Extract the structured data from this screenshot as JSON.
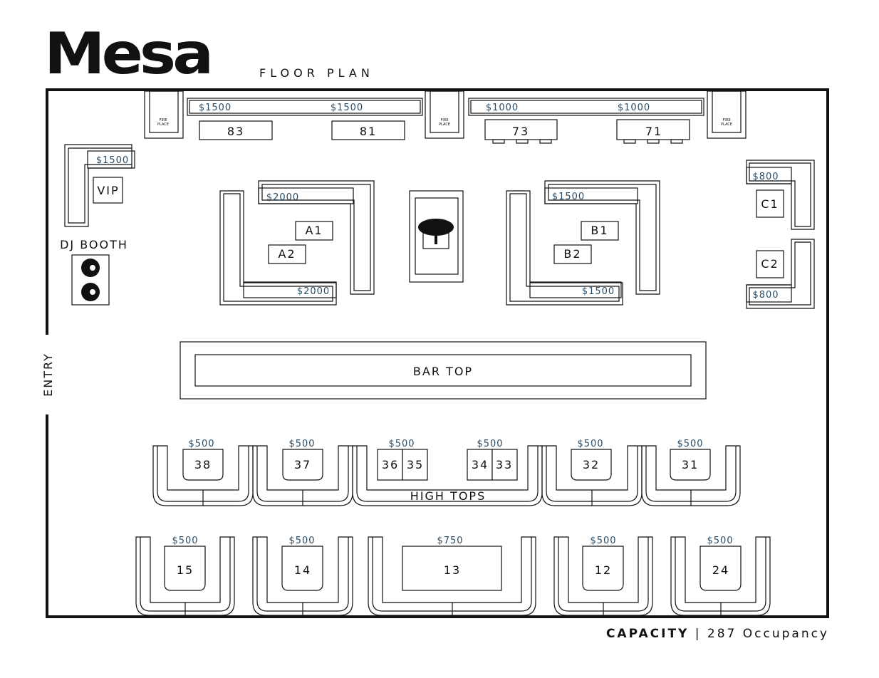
{
  "title": "Mesa",
  "subtitle": "FLOOR PLAN",
  "entry": "ENTRY",
  "dj_booth": "DJ BOOTH",
  "vip": {
    "label": "VIP",
    "price": "$1500"
  },
  "fireplace": [
    "FIRE",
    "PLACE"
  ],
  "top_tables": [
    {
      "id": "83",
      "price": "$1500"
    },
    {
      "id": "81",
      "price": "$1500"
    },
    {
      "id": "73",
      "price": "$1000"
    },
    {
      "id": "71",
      "price": "$1000"
    }
  ],
  "booth_a": {
    "price_top": "$2000",
    "price_bottom": "$2000",
    "tables": [
      "A1",
      "A2"
    ]
  },
  "booth_b": {
    "price_top": "$1500",
    "price_bottom": "$1500",
    "tables": [
      "B1",
      "B2"
    ]
  },
  "booth_c": [
    {
      "id": "C1",
      "price": "$800"
    },
    {
      "id": "C2",
      "price": "$800"
    }
  ],
  "bar_top": "BAR TOP",
  "high_tops_label": "HIGH TOPS",
  "high_tops": [
    {
      "ids": [
        "38"
      ],
      "price": "$500"
    },
    {
      "ids": [
        "37"
      ],
      "price": "$500"
    },
    {
      "ids": [
        "36",
        "35"
      ],
      "price": "$500"
    },
    {
      "ids": [
        "34",
        "33"
      ],
      "price": "$500"
    },
    {
      "ids": [
        "32"
      ],
      "price": "$500"
    },
    {
      "ids": [
        "31"
      ],
      "price": "$500"
    }
  ],
  "booths_bottom": [
    {
      "id": "15",
      "price": "$500"
    },
    {
      "id": "14",
      "price": "$500"
    },
    {
      "id": "13",
      "price": "$750"
    },
    {
      "id": "12",
      "price": "$500"
    },
    {
      "id": "24",
      "price": "$500"
    }
  ],
  "capacity": {
    "label": "CAPACITY",
    "sep": "|",
    "value": "287 Occupancy"
  }
}
